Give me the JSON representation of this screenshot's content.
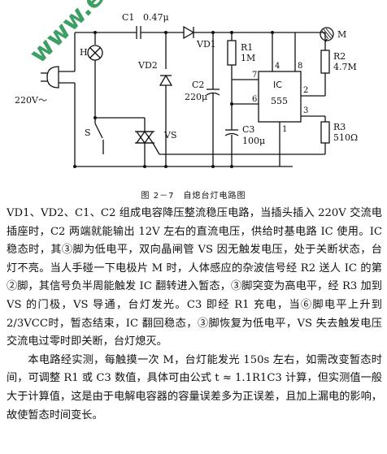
{
  "circuit": {
    "labels": {
      "c1": "C1",
      "c1_value": "0.47μ",
      "vd1": "VD1",
      "vd2": "VD2",
      "h": "H",
      "mains": "220V～",
      "switch": "S",
      "vs": "VS",
      "r1": "R1",
      "r1_value": "1M",
      "c2": "C2",
      "c2_value": "220μ",
      "c3": "C3",
      "c3_value": "100μ",
      "ic": "IC",
      "ic_part": "555",
      "m": "M",
      "r2": "R2",
      "r2_value": "4.7M",
      "r3": "R3",
      "r3_value": "510Ω",
      "pin4": "4",
      "pin8": "8",
      "pin7": "7",
      "pin2": "2",
      "pin6": "6",
      "pin3": "3",
      "pin1": "1"
    }
  },
  "caption": "图 2－7　自熄台灯电路图",
  "paragraphs": [
    "VD1、VD2、C1、C2 组成电容降压整流稳压电路，当插头插入 220V 交流电插座时，C2 两端就能输出 12V 左右的直流电压，供给时基电路 IC 使用。IC 稳态时，其③脚为低电平，双向晶闸管 VS 因无触发电压，处于关断状态，台灯不亮。当人手碰一下电极片 M 时，人体感应的杂波信号经 R2 送人 IC 的第②脚，其信号负半周能触发 IC 翻转进入暂态，③脚突变为高电平，经 R3 加到 VS 的门极，VS 导通，台灯发光。C3 即经 R1 充电，当⑥脚电平上升到 2/3VCC时，暂态结束，IC 翻回稳态，③脚恢复为低电平，VS 失去触发电压交流电过零时即关断，台灯熄灭。",
    "本电路经实测，每触摸一次 M，台灯能发光 150s 左右，如需改变暂态时间，可调整 R1 或 C3 数值，具体可由公式 t ≈ 1.1R1C3 计算，但实测值一般大于计算值，这是由于电解电容器的容量误差多为正误差，且加上漏电的影响，故使暂态时间变长。"
  ],
  "watermark": "www.elecfans.com"
}
